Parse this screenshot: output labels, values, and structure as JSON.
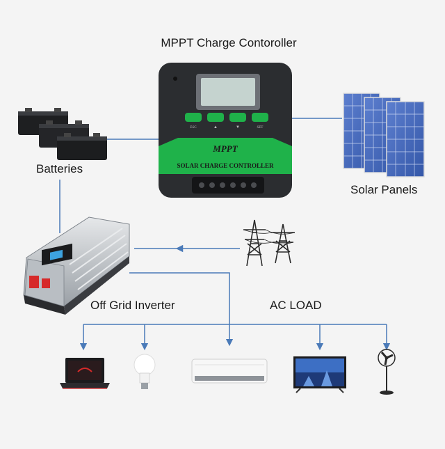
{
  "labels": {
    "title": "MPPT Charge Contoroller",
    "batteries": "Batteries",
    "solar_panels": "Solar Panels",
    "inverter": "Off Grid Inverter",
    "ac_load": "AC LOAD"
  },
  "controller": {
    "logo": "MPPT",
    "band_text": "SOLAR CHARGE CONTROLLER",
    "button_labels": [
      "ESC",
      "▲",
      "▼",
      "SET"
    ]
  },
  "colors": {
    "controller_body": "#2b2d30",
    "controller_green": "#1fb24a",
    "connector_line": "#4a7ab8",
    "inverter_body": "#c9cdd1",
    "inverter_red": "#d62a2a"
  },
  "icons": {
    "batteries": "battery-icon",
    "solar": "solar-panel-icon",
    "grid": "power-tower-icon",
    "laptop": "laptop-icon",
    "bulb": "light-bulb-icon",
    "ac": "air-conditioner-icon",
    "tv": "television-icon",
    "fan": "fan-icon"
  }
}
